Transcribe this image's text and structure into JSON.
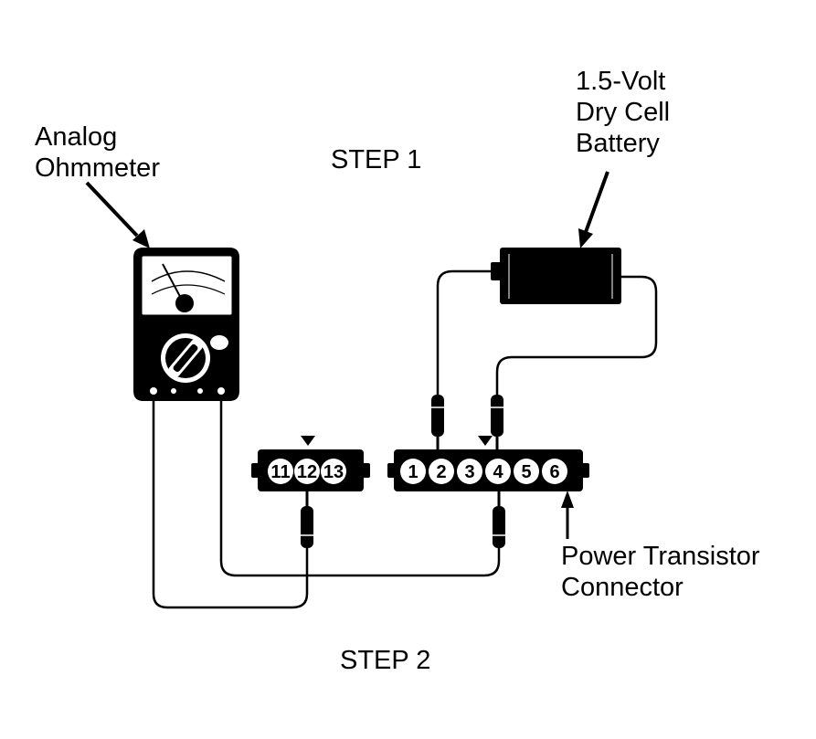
{
  "labels": {
    "ohmmeter": [
      "Analog",
      "Ohmmeter"
    ],
    "battery": [
      "1.5-Volt",
      "Dry Cell",
      "Battery"
    ],
    "step1": "STEP 1",
    "step2": "STEP 2",
    "connector": [
      "Power Transistor",
      "Connector"
    ]
  },
  "connectors": {
    "left_pins": [
      "11",
      "12",
      "13"
    ],
    "right_pins": [
      "1",
      "2",
      "3",
      "4",
      "5",
      "6"
    ]
  },
  "colors": {
    "ink": "#000000",
    "paper": "#ffffff"
  },
  "icons": {
    "ohmmeter": "analog-ohmmeter-icon",
    "battery": "dry-cell-battery-icon",
    "probe": "test-probe-icon"
  }
}
